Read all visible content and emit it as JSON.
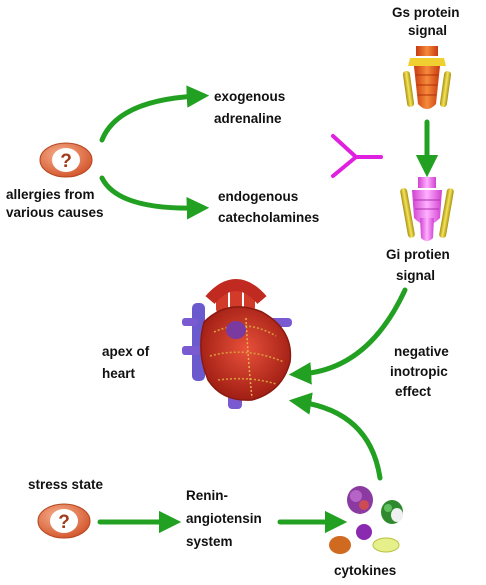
{
  "labels": {
    "allergies": [
      "allergies from",
      "various causes"
    ],
    "exogenous": [
      "exogenous",
      "adrenaline"
    ],
    "endogenous": [
      "endogenous",
      "catecholamines"
    ],
    "gs": [
      "Gs protein",
      "signal"
    ],
    "gi": [
      "Gi protien",
      "signal"
    ],
    "apex": [
      "apex of",
      "heart"
    ],
    "negative": [
      "negative",
      "inotropic",
      "effect"
    ],
    "stress": "stress state",
    "renin": [
      "Renin-",
      "angiotensin",
      "system"
    ],
    "cytokines": "cytokines",
    "question_mark": "?"
  },
  "colors": {
    "arrow": "#22a022",
    "question_fill": "#e8724a",
    "ligand": "#e020e0",
    "gs_protein": "#e65a1e",
    "gi_protein": "#f06cf0",
    "receptor_helix": "#d8c21a",
    "heart": "#c8281e"
  }
}
